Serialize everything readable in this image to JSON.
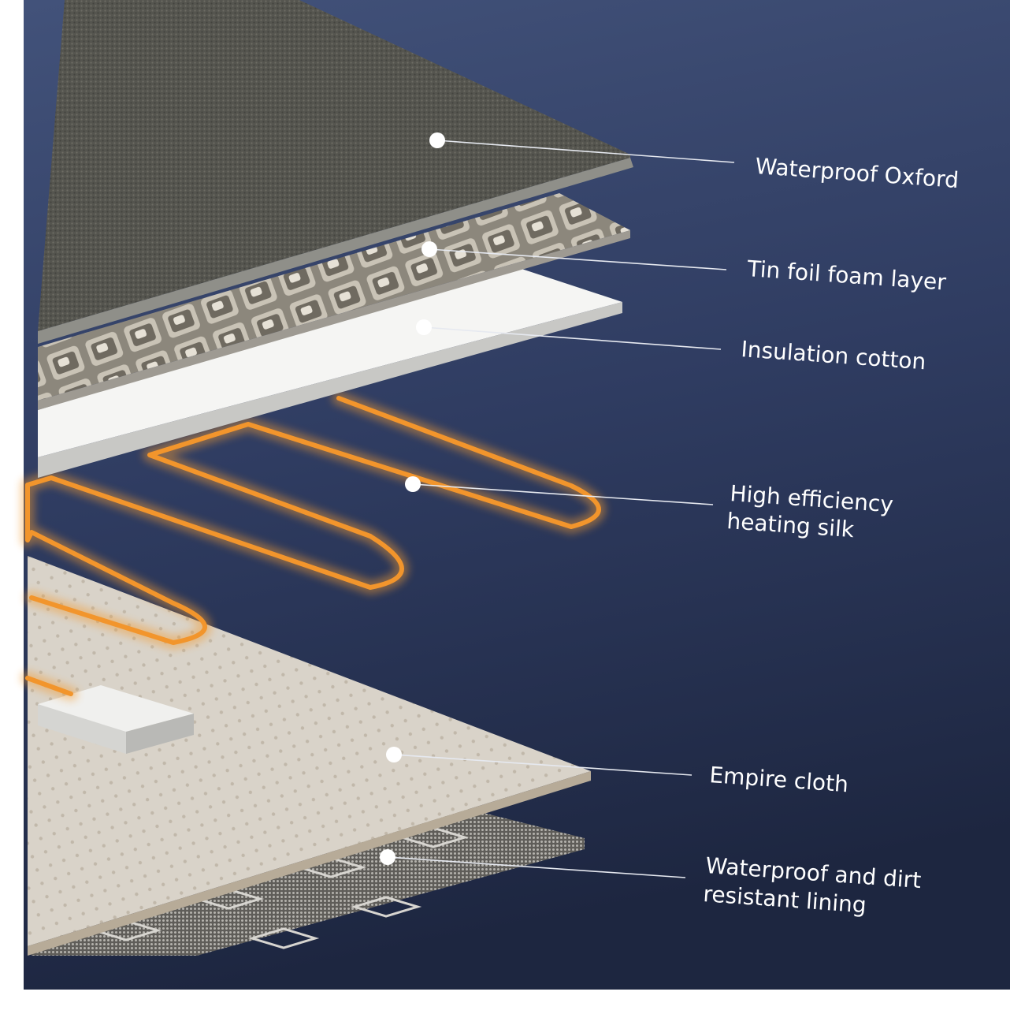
{
  "diagram": {
    "layers": [
      {
        "id": "oxford",
        "label": "Waterproof Oxford"
      },
      {
        "id": "foil",
        "label": "Tin foil foam layer"
      },
      {
        "id": "cotton",
        "label": "Insulation cotton"
      },
      {
        "id": "silk",
        "label_line1": "High efficiency",
        "label_line2": "heating silk"
      },
      {
        "id": "empire",
        "label": "Empire cloth"
      },
      {
        "id": "lining",
        "label_line1": "Waterproof and dirt",
        "label_line2": "resistant lining"
      }
    ],
    "colors": {
      "background_top": "#3e4e76",
      "background_bottom": "#1f2844",
      "oxford": "#54544f",
      "foil": "#a7a195",
      "cotton": "#f4f4f2",
      "heating_wire": "#f0962e",
      "empire": "#d7d1c7",
      "lining": "#7f7d79",
      "leader_line": "#e6e9f0",
      "label_text": "#ffffff"
    }
  }
}
